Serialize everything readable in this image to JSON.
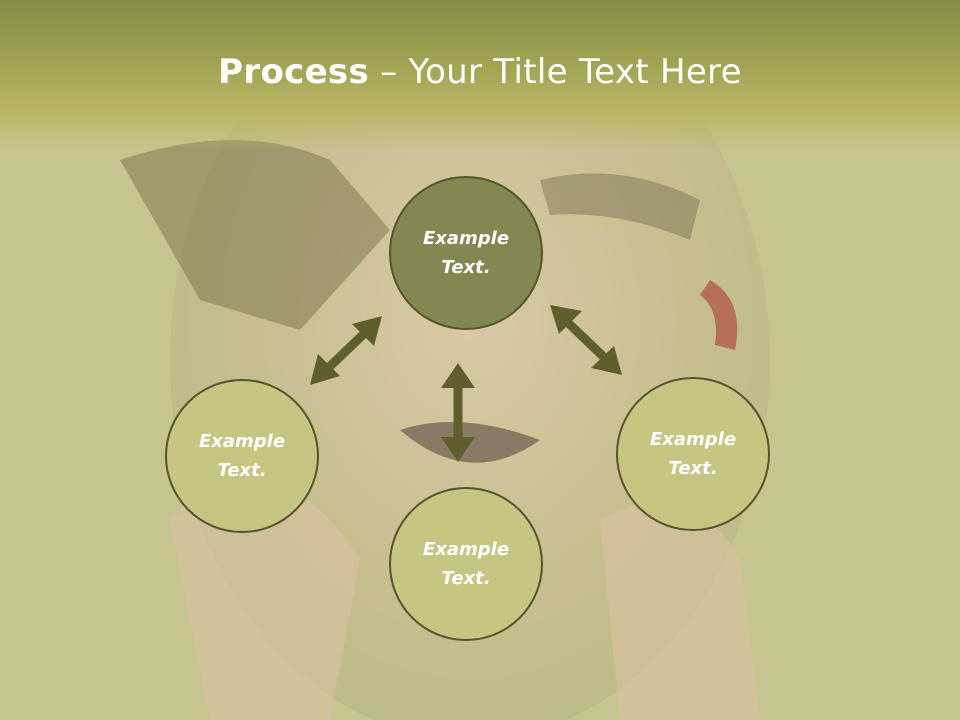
{
  "slide": {
    "title_bold": "Process",
    "title_rest": " – Your Title Text Here"
  },
  "nodes": {
    "top": "Example Text.",
    "left": "Example Text.",
    "right": "Example Text.",
    "bottom": "Example Text."
  },
  "colors": {
    "header": "#a3a553",
    "node_fill": "#c7c582",
    "node_top_fill": "#838752",
    "arrow": "#5e5f2d"
  }
}
